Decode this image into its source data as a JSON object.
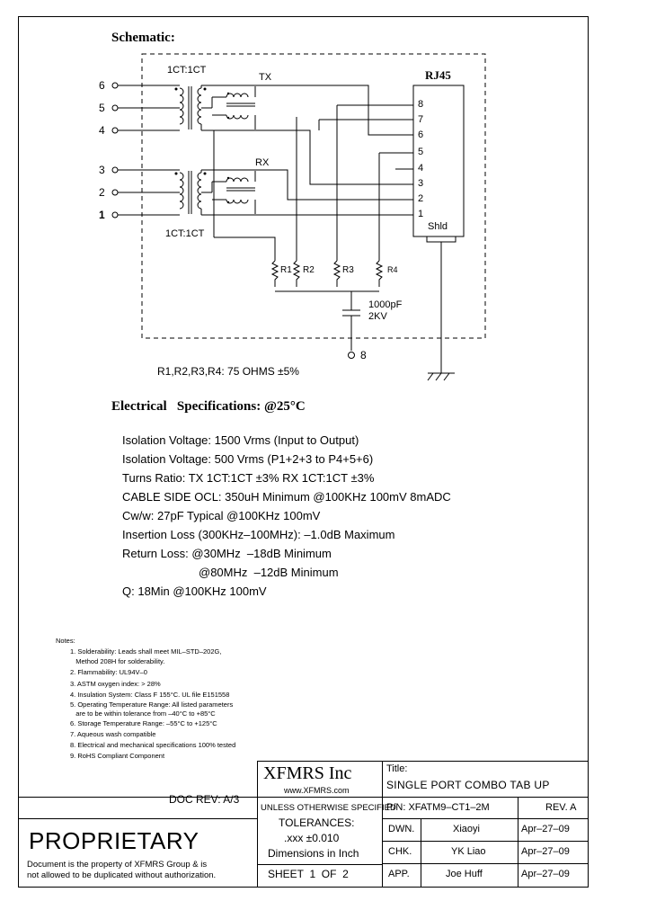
{
  "schematic": {
    "heading": "Schematic:",
    "ratio_top": "1CT:1CT",
    "ratio_bottom": "1CT:1CT",
    "tx_label": "TX",
    "rx_label": "RX",
    "connector": "RJ45",
    "shield_label": "Shld",
    "left_pins": [
      "6",
      "5",
      "4",
      "3",
      "2",
      "1"
    ],
    "rj45_pins": [
      "8",
      "7",
      "6",
      "5",
      "4",
      "3",
      "2",
      "1"
    ],
    "resistors": [
      "R1",
      "R2",
      "R3",
      "R4"
    ],
    "cap_value": "1000pF",
    "cap_voltage": "2KV",
    "ground_pin": "8",
    "resistor_note": "R1,R2,R3,R4: 75 OHMS ±5%"
  },
  "electrical": {
    "heading": "Electrical   Specifications: @25°C",
    "lines": [
      "Isolation Voltage: 1500 Vrms (Input to Output)",
      "Isolation Voltage: 500 Vrms (P1+2+3 to P4+5+6)",
      "Turns Ratio: TX 1CT:1CT ±3% RX 1CT:1CT ±3%",
      "CABLE SIDE OCL: 350uH Minimum @100KHz 100mV 8mADC",
      "Cw/w: 27pF Typical @100KHz 100mV",
      "Insertion Loss (300KHz–100MHz): –1.0dB Maximum",
      "Return Loss: @30MHz  –18dB Minimum",
      "@80MHz  –12dB Minimum",
      "Q: 18Min @100KHz 100mV"
    ]
  },
  "notes": {
    "heading": "Notes:",
    "items": [
      "1. Solderability: Leads shall meet MIL–STD–202G,",
      "   Method 208H for solderability.",
      "2. Flammability: UL94V–0",
      "3. ASTM oxygen index: > 28%",
      "4. Insulation System: Class F 155°C. UL file E151558",
      "5. Operating Temperature Range: All listed parameters",
      "   are to be within tolerance from –40°C to +85°C",
      "6. Storage Temperature Range: –55°C to +125°C",
      "7. Aqueous wash compatible",
      "8. Electrical and mechanical specifications 100% tested",
      "9. RoHS Compliant Component"
    ]
  },
  "title_block": {
    "doc_rev": "DOC REV: A/3",
    "company": "XFMRS Inc",
    "website": "www.XFMRS.com",
    "title_label": "Title:",
    "title": "SINGLE PORT COMBO TAB UP",
    "unless": "UNLESS OTHERWISE SPECIFIED",
    "pn": "P/N: XFATM9–CT1–2M",
    "rev": "REV. A",
    "tolerances": "TOLERANCES:",
    "tol_value": ".xxx ±0.010",
    "dimensions": "Dimensions in Inch",
    "sheet": "SHEET  1  OF  2",
    "dwn_label": "DWN.",
    "dwn_name": "Xiaoyi",
    "dwn_date": "Apr–27–09",
    "chk_label": "CHK.",
    "chk_name": "YK Liao",
    "chk_date": "Apr–27–09",
    "app_label": "APP.",
    "app_name": "Joe Huff",
    "app_date": "Apr–27–09",
    "proprietary": "PROPRIETARY",
    "prop_line1": "Document is the property of XFMRS Group & is",
    "prop_line2": "not allowed to be duplicated without authorization."
  }
}
